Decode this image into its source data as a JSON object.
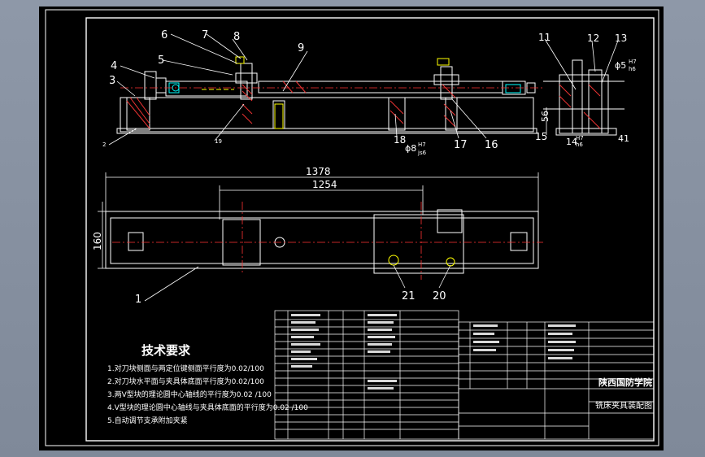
{
  "drawing": {
    "part_numbers_top": [
      "6",
      "7",
      "8",
      "9",
      "4",
      "5",
      "3",
      "11",
      "12",
      "13"
    ],
    "part_numbers_mid": [
      "18",
      "17",
      "16",
      "15",
      "14"
    ],
    "part_numbers_plan": [
      "1",
      "21",
      "20"
    ],
    "dimensions": {
      "overall_length": "1378",
      "inner_length": "1254",
      "height_plan": "160",
      "side_dim": "56",
      "side_dim2": "41",
      "fit_top": "ϕ5",
      "fit_top_tol_upper": "H7",
      "fit_top_tol_lower": "h6",
      "fit_pin": "ϕ8",
      "fit_pin_upper": "H7",
      "fit_pin_lower": "js6",
      "fit_side_upper": "H7",
      "fit_side_lower": "h6",
      "fit_side_num": "14"
    },
    "small_labels": [
      "2",
      "19"
    ]
  },
  "tech": {
    "title": "技术要求",
    "items": [
      "1.对刀块侧面与两定位键侧面平行度为0.02/100",
      "2.对刀块水平面与夹具体底面平行度为0.02/100",
      "3.两V型块的理论圆中心轴线的平行度为0.02 /100",
      "4.V型块的理论圆中心轴线与夹具体底面的平行度为0.02 /100",
      "5.自动调节支承附加夹紧"
    ]
  },
  "title_block": {
    "school": "陕西国防学院",
    "drawing_name": "铣床夹具装配图"
  }
}
